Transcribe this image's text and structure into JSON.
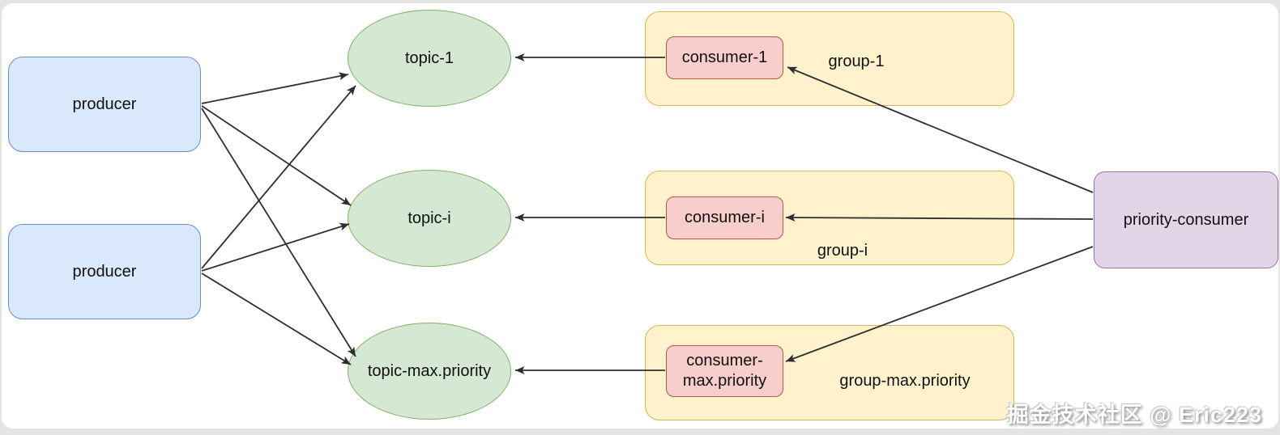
{
  "watermark": {
    "text": "掘金技术社区 @ Eric223"
  },
  "diagram": {
    "producers": [
      {
        "label": "producer"
      },
      {
        "label": "producer"
      }
    ],
    "topics": [
      {
        "label": "topic-1"
      },
      {
        "label": "topic-i"
      },
      {
        "label": "topic-max.priority"
      }
    ],
    "groups": [
      {
        "label": "group-1",
        "consumer_lines": [
          "consumer-1"
        ]
      },
      {
        "label": "group-i",
        "consumer_lines": [
          "consumer-i"
        ]
      },
      {
        "label": "group-max.priority",
        "consumer_lines": [
          "consumer-",
          "max.priority"
        ]
      }
    ],
    "priority_consumer": {
      "label": "priority-consumer"
    },
    "edges": [
      {
        "from": "producer-1",
        "to": "topic-1"
      },
      {
        "from": "producer-1",
        "to": "topic-i"
      },
      {
        "from": "producer-1",
        "to": "topic-max.priority"
      },
      {
        "from": "producer-2",
        "to": "topic-1"
      },
      {
        "from": "producer-2",
        "to": "topic-i"
      },
      {
        "from": "producer-2",
        "to": "topic-max.priority"
      },
      {
        "from": "consumer-1",
        "to": "topic-1"
      },
      {
        "from": "consumer-i",
        "to": "topic-i"
      },
      {
        "from": "consumer-max.priority",
        "to": "topic-max.priority"
      },
      {
        "from": "priority-consumer",
        "to": "consumer-1"
      },
      {
        "from": "priority-consumer",
        "to": "consumer-i"
      },
      {
        "from": "priority-consumer",
        "to": "consumer-max.priority"
      }
    ],
    "colors": {
      "producer_fill": "#dae8fc",
      "producer_stroke": "#6c8ebf",
      "topic_fill": "#d5e8d4",
      "topic_stroke": "#82b366",
      "group_fill": "#fff2cc",
      "group_stroke": "#d6b656",
      "consumer_fill": "#f8cecc",
      "consumer_stroke": "#b85450",
      "priority_fill": "#e1d5e7",
      "priority_stroke": "#9673a6",
      "edge": "#2e2e2e"
    }
  }
}
